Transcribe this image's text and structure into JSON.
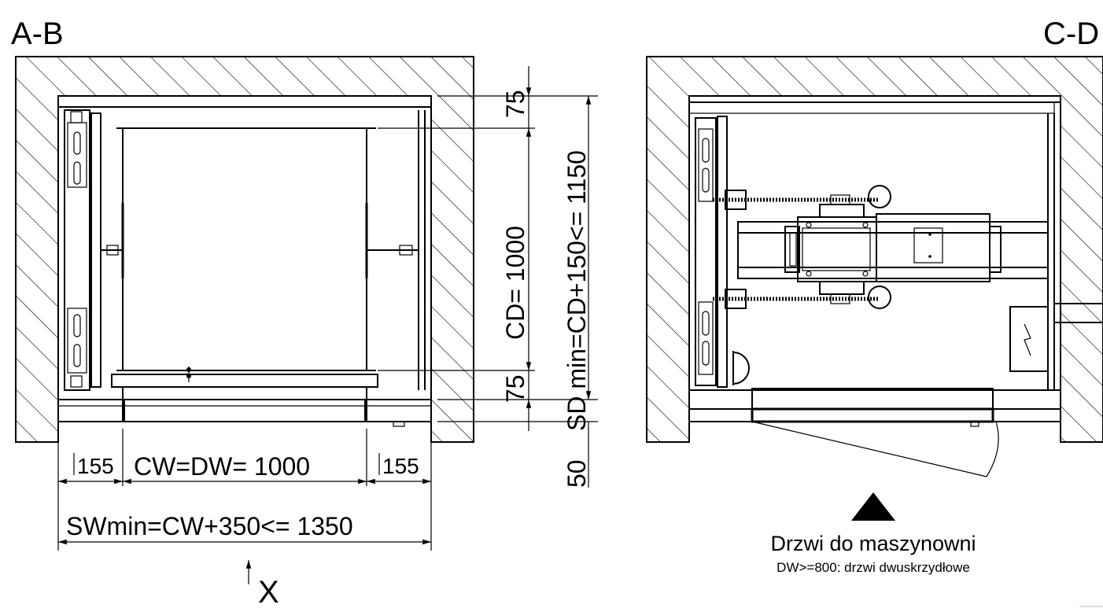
{
  "views": {
    "left_title": "A-B",
    "right_title": "C-D"
  },
  "dimensions": {
    "cd": "CD= 1000",
    "sd": "SD min=CD+150<= 1150",
    "top_gap": "75",
    "bottom_gap": "75",
    "sill": "50",
    "side_left": "155",
    "side_right": "155",
    "cw": "CW=DW= 1000",
    "sw": "SWmin=CW+350<= 1350"
  },
  "entrance_marker": "X",
  "notes": {
    "machine_room_door": "Drzwi do maszynowni",
    "door_rule": "DW>=800: drzwi dwuskrzydłowe"
  }
}
